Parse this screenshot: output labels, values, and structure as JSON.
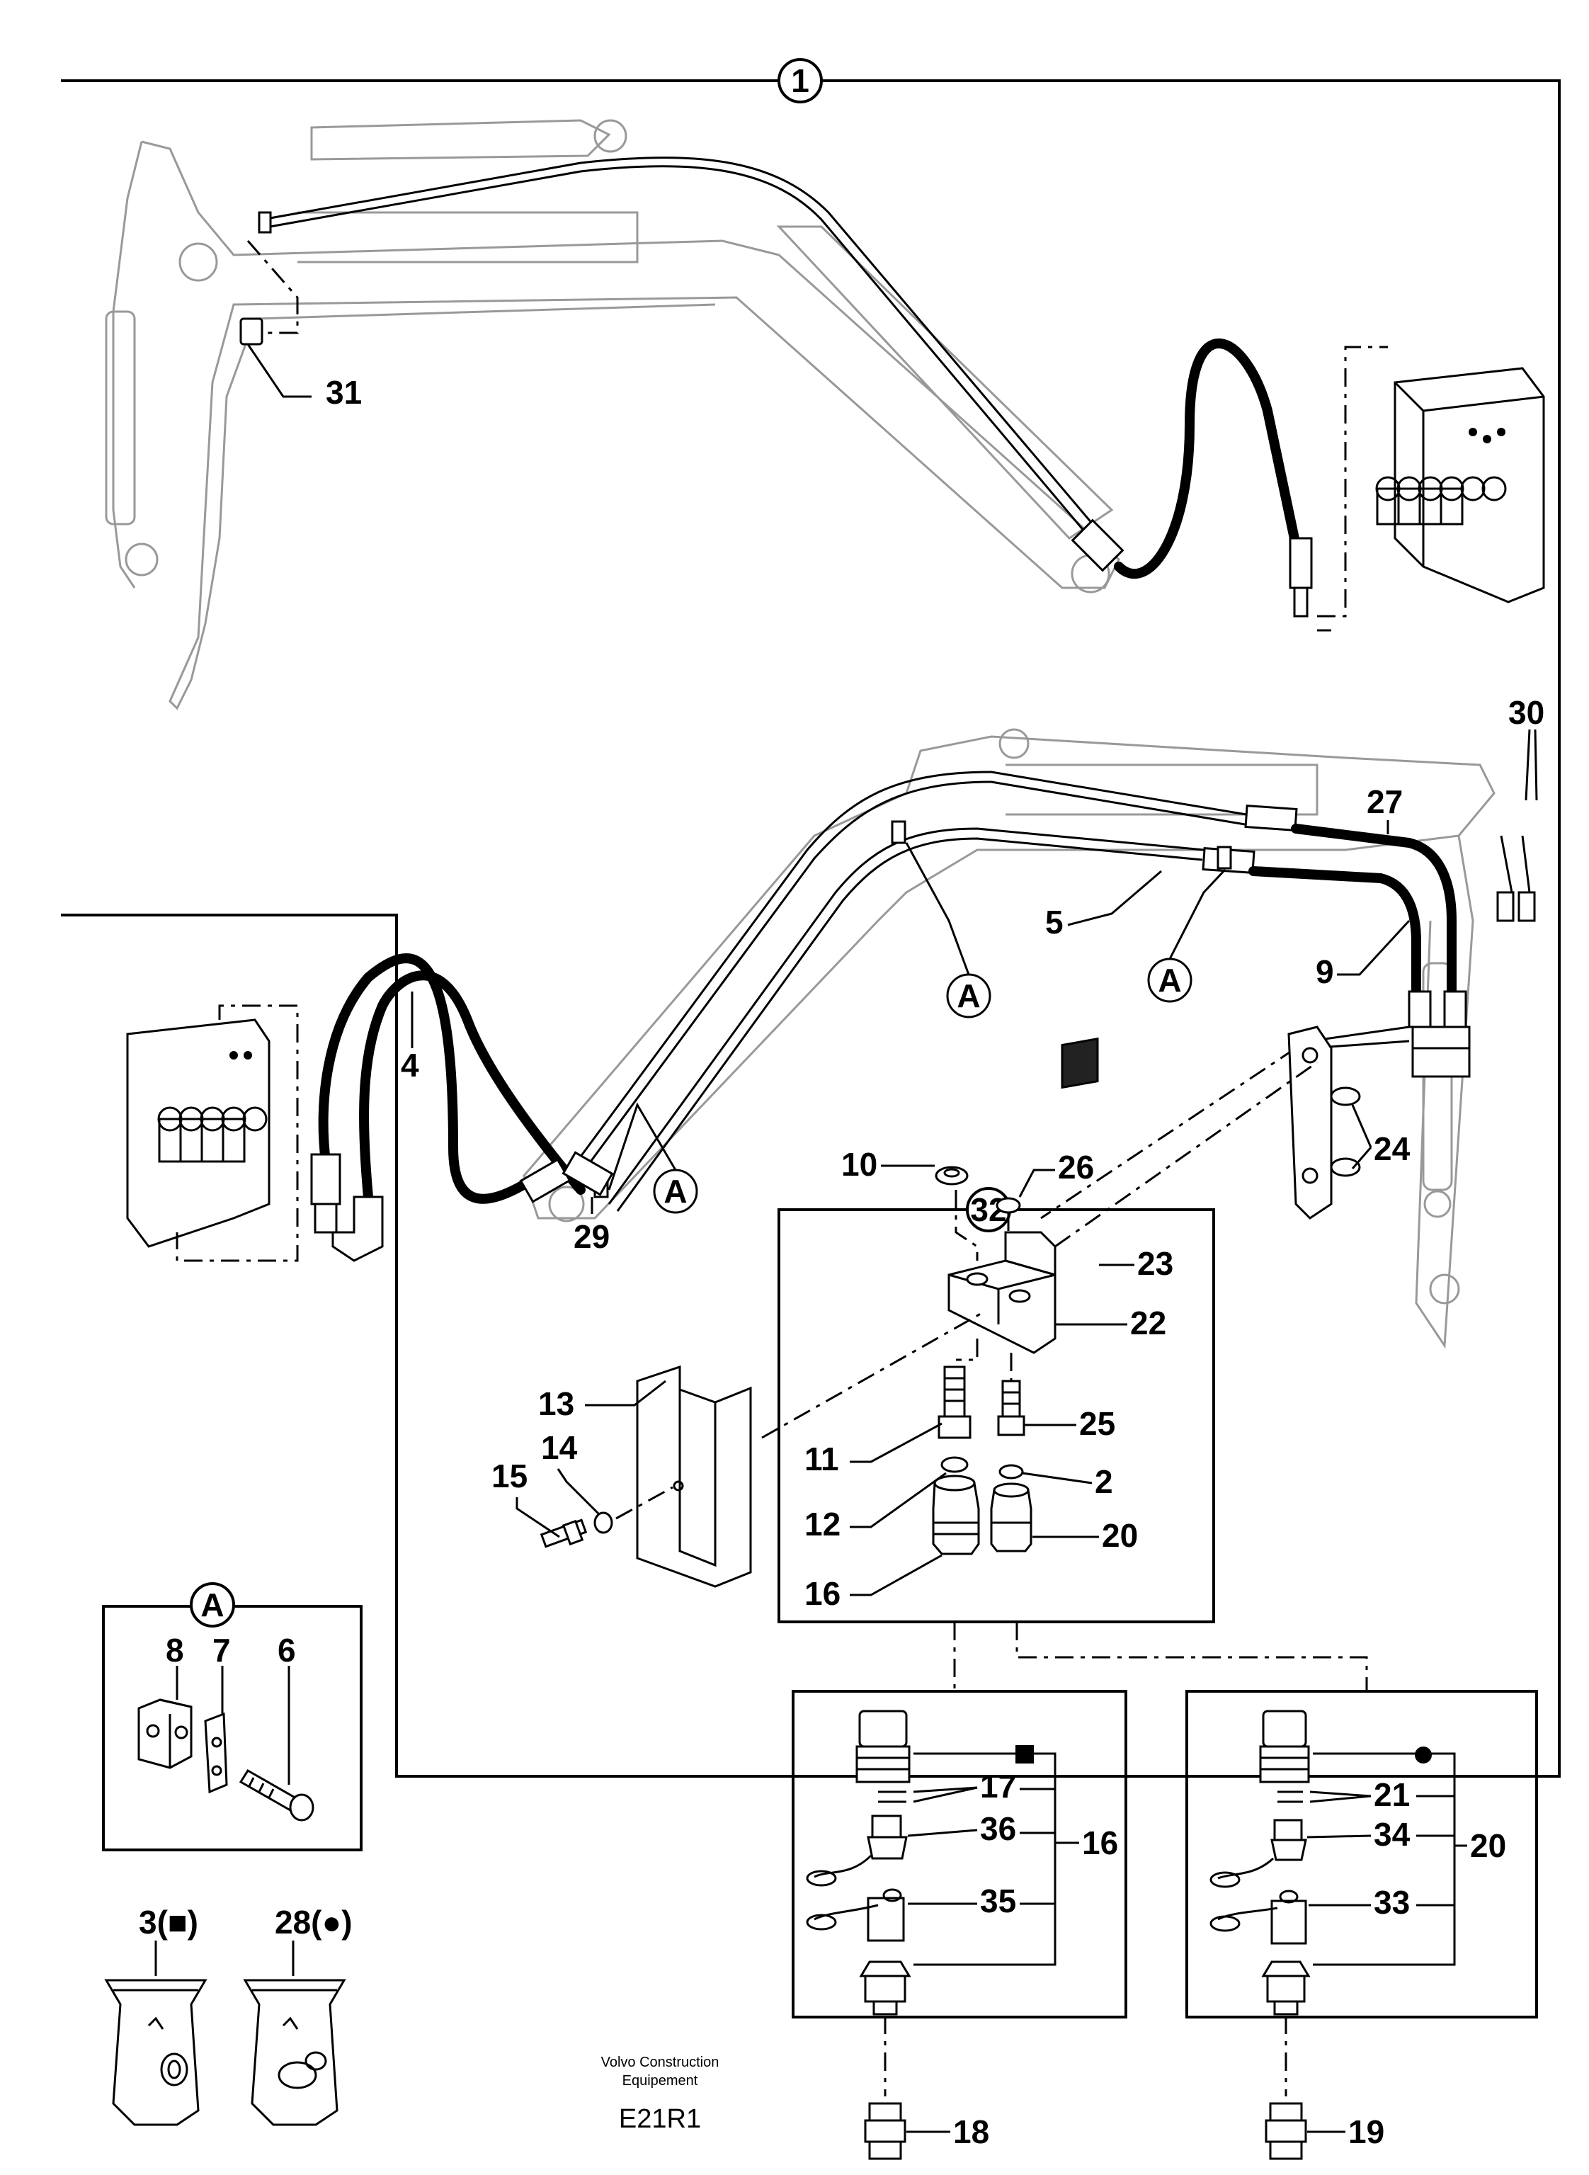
{
  "callouts": {
    "main_assembly": "1",
    "detail_kit": "32",
    "clamp_detail": "A",
    "clamp_ref_1": "A",
    "clamp_ref_2": "A",
    "clamp_ref_3": "A"
  },
  "parts": {
    "p2": "2",
    "p4": "4",
    "p5": "5",
    "p6": "6",
    "p7": "7",
    "p8": "8",
    "p9": "9",
    "p10": "10",
    "p11": "11",
    "p12": "12",
    "p13": "13",
    "p14": "14",
    "p15": "15",
    "p16": "16",
    "p16b": "16",
    "p17": "17",
    "p18": "18",
    "p19": "19",
    "p20": "20",
    "p20b": "20",
    "p21": "21",
    "p22": "22",
    "p23": "23",
    "p24": "24",
    "p25": "25",
    "p26": "26",
    "p27": "27",
    "p29": "29",
    "p30": "30",
    "p31": "31",
    "p33": "33",
    "p34": "34",
    "p35": "35",
    "p36": "36"
  },
  "kits": {
    "kit_square": "3(■)",
    "kit_circle": "28(●)"
  },
  "footer": {
    "maker_line1": "Volvo Construction",
    "maker_line2": "Equipement",
    "code": "E21R1"
  },
  "icons": {
    "square_marker": "filled-square-icon",
    "circle_marker": "filled-circle-icon"
  }
}
